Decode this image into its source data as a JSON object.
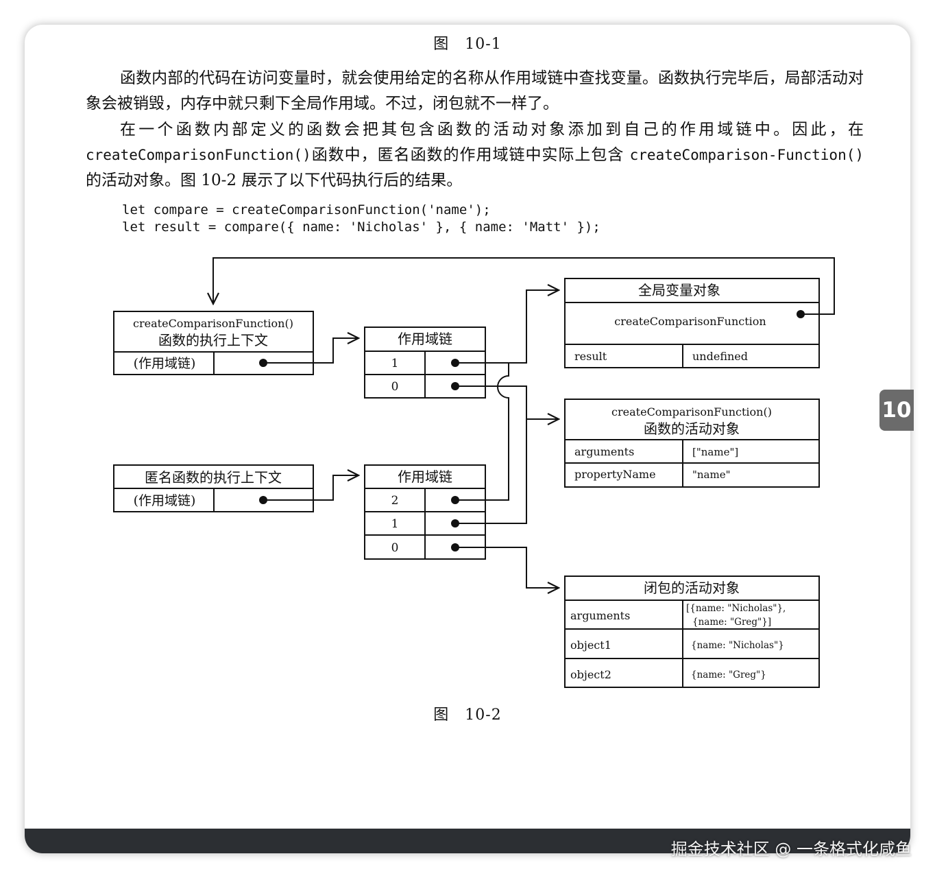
{
  "captions": {
    "top": "图　10-1",
    "bottom": "图　10-2"
  },
  "paragraphs": {
    "p1": "函数内部的代码在访问变量时，就会使用给定的名称从作用域链中查找变量。函数执行完毕后，局部活动对象会被销毁，内存中就只剩下全局作用域。不过，闭包就不一样了。",
    "p2_a": "在一个函数内部定义的函数会把其包含函数的活动对象添加到自己的作用域链中。因此，在",
    "p2_code1": "createComparisonFunction()",
    "p2_b": "函数中，匿名函数的作用域链中实际上包含",
    "p2_code2": "createComparison-Function()",
    "p2_c": "的活动对象。图 10-2 展示了以下代码执行后的结果。"
  },
  "code": {
    "line1": "let compare = createComparisonFunction('name');",
    "line2": "let result = compare({ name: 'Nicholas' }, { name: 'Matt' });"
  },
  "diagram": {
    "ctx1": {
      "title_line1": "createComparisonFunction()",
      "title_line2": "函数的执行上下文",
      "slot": "(作用域链)"
    },
    "ctx2": {
      "title": "匿名函数的执行上下文",
      "slot": "(作用域链)"
    },
    "chain1": {
      "title": "作用域链",
      "rows": [
        "1",
        "0"
      ]
    },
    "chain2": {
      "title": "作用域链",
      "rows": [
        "2",
        "1",
        "0"
      ]
    },
    "global": {
      "title": "全局变量对象",
      "fn": "createComparisonFunction",
      "rows": [
        {
          "key": "result",
          "val": "undefined"
        }
      ]
    },
    "activation": {
      "title_line1": "createComparisonFunction()",
      "title_line2": "函数的活动对象",
      "rows": [
        {
          "key": "arguments",
          "val": "[\"name\"]"
        },
        {
          "key": "propertyName",
          "val": "\"name\""
        }
      ]
    },
    "closure": {
      "title": "闭包的活动对象",
      "rows": [
        {
          "key": "arguments",
          "val1": "[{name: \"Nicholas\"},",
          "val2": "{name: \"Greg\"}]"
        },
        {
          "key": "object1",
          "val": "{name: \"Nicholas\"}"
        },
        {
          "key": "object2",
          "val": "{name: \"Greg\"}"
        }
      ]
    }
  },
  "side_tab": "10",
  "watermark": "掘金技术社区 @ 一条格式化咸鱼"
}
